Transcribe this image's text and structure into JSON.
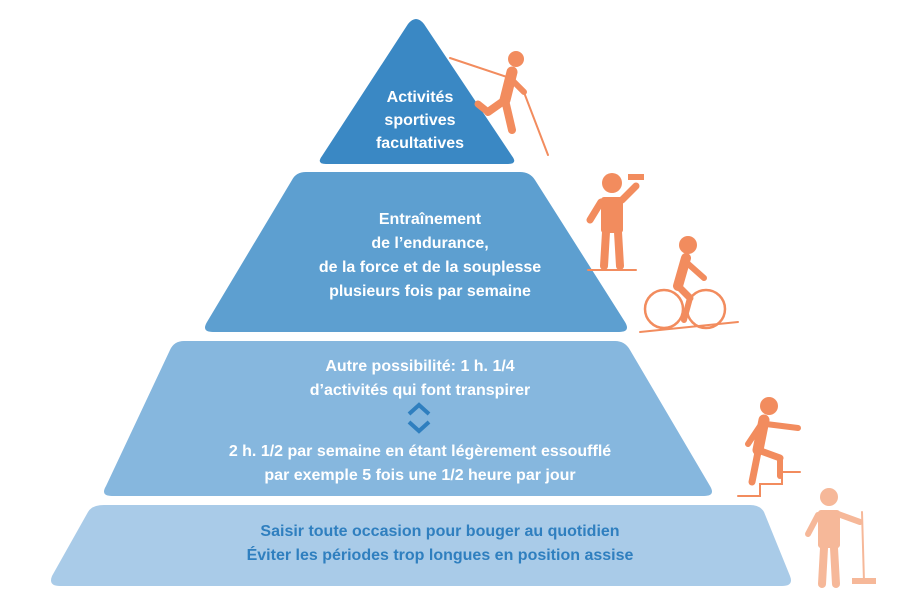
{
  "levels": [
    {
      "id": "top",
      "lines": [
        "Activités",
        "sportives",
        "facultatives"
      ]
    },
    {
      "id": "second",
      "lines": [
        "Entraînement",
        "de l’endurance,",
        "de la force et de la souplesse",
        "plusieurs fois par semaine"
      ]
    },
    {
      "id": "third",
      "upper_lines": [
        "Autre possibilité: 1 h. 1/4",
        "d’activités qui font transpirer"
      ],
      "lower_lines": [
        "2 h. 1/2 par semaine en étant légèrement essoufflé",
        "par exemple 5 fois une 1/2 heure par jour"
      ]
    },
    {
      "id": "base",
      "lines": [
        "Saisir toute occasion pour bouger au quotidien",
        "Éviter les périodes trop longues en position assise"
      ]
    }
  ],
  "colors": {
    "level_top": "#3a88c4",
    "level_second": "#5d9fd0",
    "level_third": "#86b7de",
    "level_base": "#a9cbe8",
    "text_dark_blue": "#2f7fbf",
    "figure_orange": "#f28c5e",
    "figure_light_orange": "#f6b899"
  },
  "icons": [
    "hiker-icon",
    "dumbbell-lifter-icon",
    "cyclist-icon",
    "stair-climber-icon",
    "sweeping-person-icon",
    "double-chevron-icon"
  ]
}
